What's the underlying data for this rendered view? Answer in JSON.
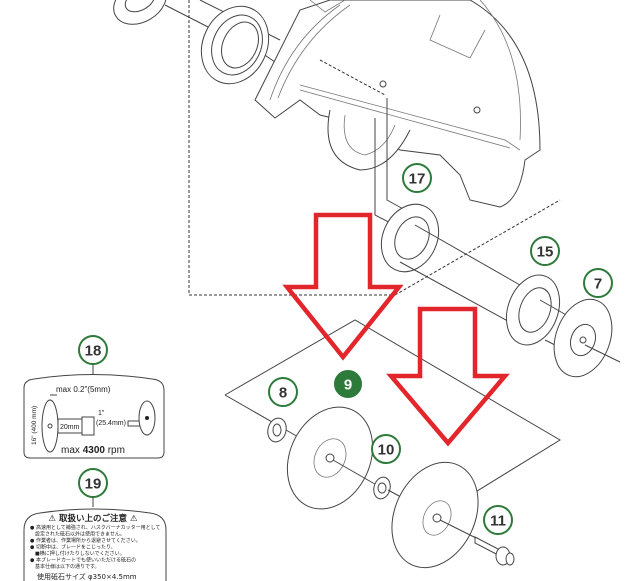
{
  "callouts": {
    "c17": "17",
    "c15": "15",
    "c7": "7",
    "c18": "18",
    "c9": "9",
    "c8": "8",
    "c10": "10",
    "c11": "11",
    "c19": "19"
  },
  "label18": {
    "max_offset": "max 0.2\"(5mm)",
    "diameter": "16\" (400 mm)",
    "hub": "20mm",
    "arbor": "1\"",
    "arbor_mm": "(25.4mm)",
    "rpm_prefix": "max ",
    "rpm_value": "4300",
    "rpm_unit": " rpm"
  },
  "label19": {
    "title": "⚠ 取扱い上のご注意 ⚠",
    "lines": [
      "● 高速用として補強され、ハスクバーナカッター用として",
      "　設定された砥石以外は使用できません。",
      "● 作業者は、作業場所から退避させてください。",
      "● 切断中は、ブレードをこじったり、",
      "　■横に押し付けたりしないでください。",
      "● 本ブレードカートでも使いいただける砥石の",
      "　基本仕様は以下の通りです。",
      "　使用砥石サイズ φ350×4.5mm"
    ]
  },
  "colors": {
    "callout": "#2e7a3a",
    "arrow": "#e3262b"
  }
}
